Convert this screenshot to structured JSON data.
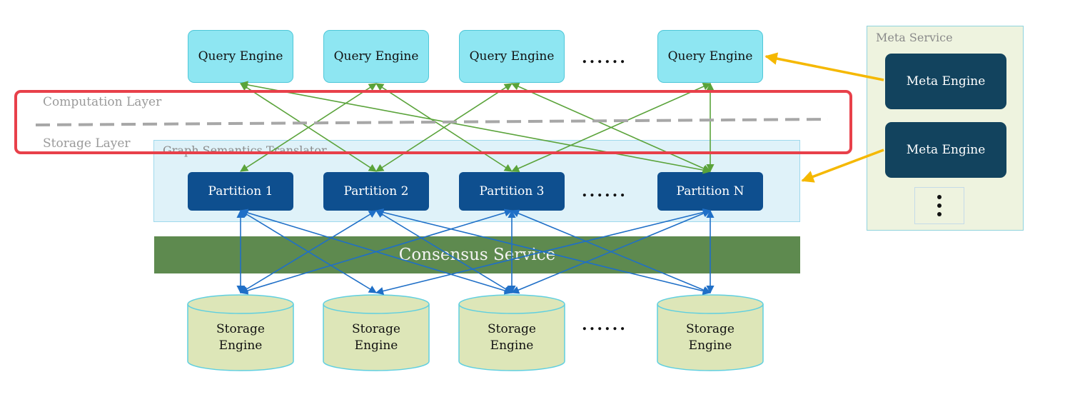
{
  "query_engines": [
    "Query Engine",
    "Query Engine",
    "Query Engine",
    "Query Engine"
  ],
  "ellipsis": "......",
  "layers": {
    "computation": "Computation Layer",
    "storage": "Storage Layer"
  },
  "graph_semantics_translator": "Graph Semantics Translator",
  "partitions": [
    "Partition 1",
    "Partition 2",
    "Partition 3",
    "Partition N"
  ],
  "consensus_service": "Consensus Service",
  "storage_engines": [
    {
      "line1": "Storage",
      "line2": "Engine"
    },
    {
      "line1": "Storage",
      "line2": "Engine"
    },
    {
      "line1": "Storage",
      "line2": "Engine"
    },
    {
      "line1": "Storage",
      "line2": "Engine"
    }
  ],
  "meta_service": {
    "title": "Meta Service",
    "engines": [
      "Meta Engine",
      "Meta Engine"
    ],
    "more": "⋮"
  },
  "colors": {
    "query_engine_fill": "#8ee6f2",
    "partition_fill": "#0e4f8f",
    "consensus_fill": "#5e8a4f",
    "storage_fill": "#dde6b8",
    "meta_engine_fill": "#12435e",
    "compute_links": "#5aa33a",
    "storage_links": "#1f6fc7",
    "meta_links": "#f5b800",
    "highlight": "#e8404a"
  }
}
